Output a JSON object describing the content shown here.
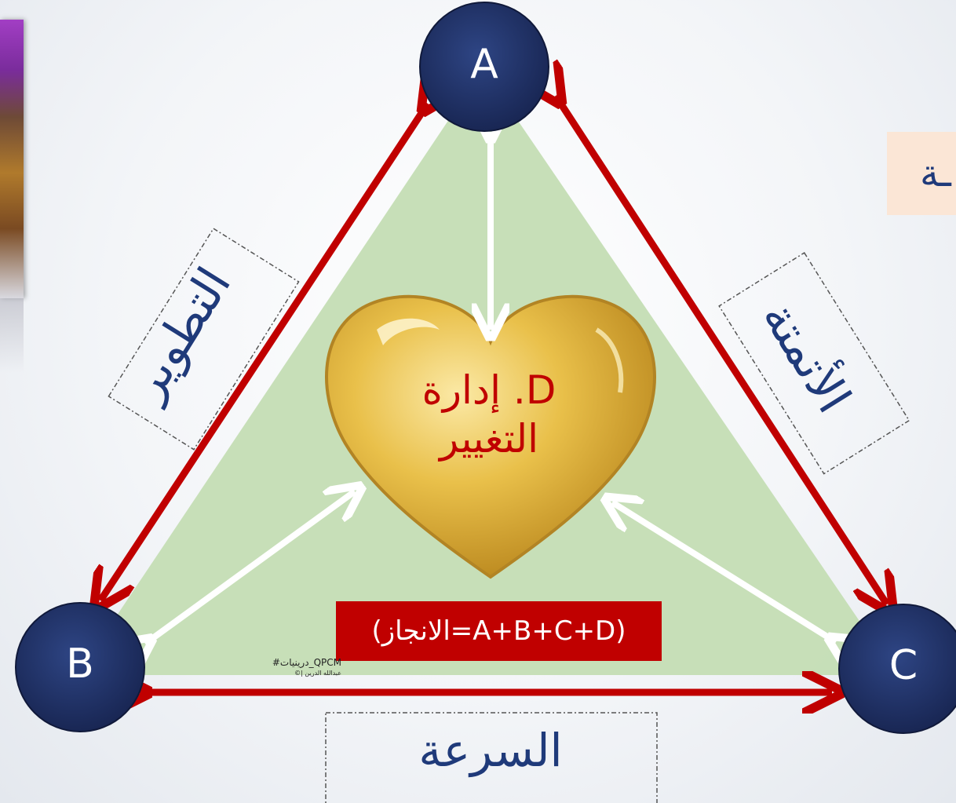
{
  "nodes": {
    "a": "A",
    "b": "B",
    "c": "C"
  },
  "center": {
    "line1": "D. إدارة",
    "line2": "التغيير"
  },
  "sides": {
    "left": "التطوير",
    "right": "الأتمتة",
    "bottom": "السرعة"
  },
  "result": "(الانجاز=A+B+C+D)",
  "cut_label": "ـة",
  "watermark": {
    "tag": "#درينيات_QPCM",
    "credit": "©| عبدالله الدرين"
  },
  "colors": {
    "triangle_fill": "#c4ddb4",
    "red_arrow": "#c00000",
    "node_fill": "#1f2f5e",
    "white_arrow": "#ffffff",
    "heart_gold": "#e0b53a",
    "text_blue": "#1f3a7a"
  }
}
